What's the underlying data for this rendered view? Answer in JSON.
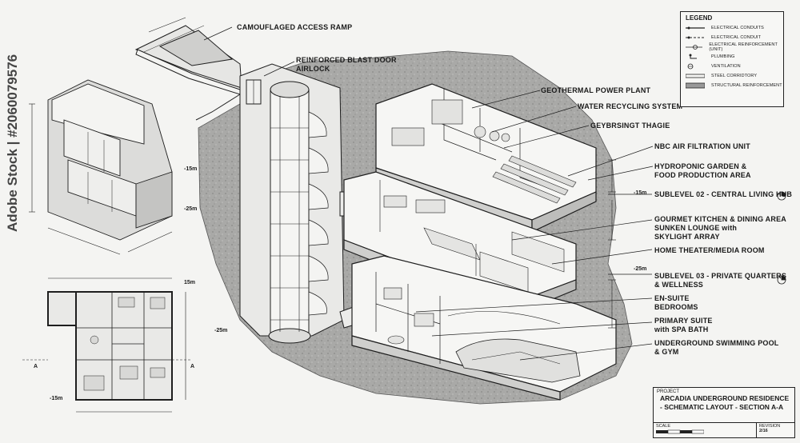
{
  "callouts": {
    "ramp": "CAMOUFLAGED ACCESS RAMP",
    "blast_door_1": "REINFORCED BLAST DOOR",
    "blast_door_2": "AIRLOCK",
    "geothermal": "GEOTHERMAL POWER PLANT",
    "water": "WATER RECYCLING SYSTEM",
    "storage": "GEYBRSINGT THAGIE",
    "nbc": "NBC AIR FILTRATION UNIT",
    "hydro_1": "HYDROPONIC GARDEN &",
    "hydro_2": "FOOD PRODUCTION AREA",
    "sublevel2": "SUBLEVEL 02 - CENTRAL LIVING HUB",
    "kitchen_1": "GOURMET KITCHEN & DINING AREA",
    "kitchen_2": "SUNKEN LOUNGE with",
    "kitchen_3": "SKYLIGHT ARRAY",
    "theater": "HOME THEATER/MEDIA ROOM",
    "sublevel3_1": "SUBLEVEL 03 - PRIVATE QUARTERS",
    "sublevel3_2": "& WELLNESS",
    "ensuite_1": "EN-SUITE",
    "ensuite_2": "BEDROOMS",
    "primary_1": "PRIMARY SUITE",
    "primary_2": "with SPA BATH",
    "pool_1": "UNDERGROUND SWIMMING POOL",
    "pool_2": "& GYM"
  },
  "dims": {
    "m15_right": "-15m",
    "m25_right": "-25m",
    "m15_left": "-15m",
    "m25_left": "-25m",
    "m15_plan": "15m",
    "m25_shaft": "-25m",
    "m15_plan_bottom": "-15m",
    "section_a": "A",
    "section_a2": "A"
  },
  "legend": {
    "title": "LEGEND",
    "items": [
      "ELECTRICAL CONDUITS",
      "ELECTRICAL CONDUIT",
      "ELECTRICAL REINFORCEMENT (UNIT)",
      "PLUMBING",
      "VENTILATION",
      "STEEL CORRIDTORY",
      "STRUCTURAL REINFORCEMENT"
    ]
  },
  "titleblock": {
    "project_label": "PROJECT",
    "name_1": "ARCADIA UNDERGROUND RESIDENCE",
    "name_2": "- SCHEMATIC LAYOUT - SECTION A-A",
    "scale_label": "SCALE",
    "revision_label": "REVISION",
    "revision_value": "2/16"
  },
  "watermark": "Adobe Stock | #2060079576",
  "colors": {
    "line": "#1e1e1e",
    "rock": "#a9a9a7",
    "rock_dark": "#8e8e8c",
    "paper": "#f4f4f2"
  }
}
